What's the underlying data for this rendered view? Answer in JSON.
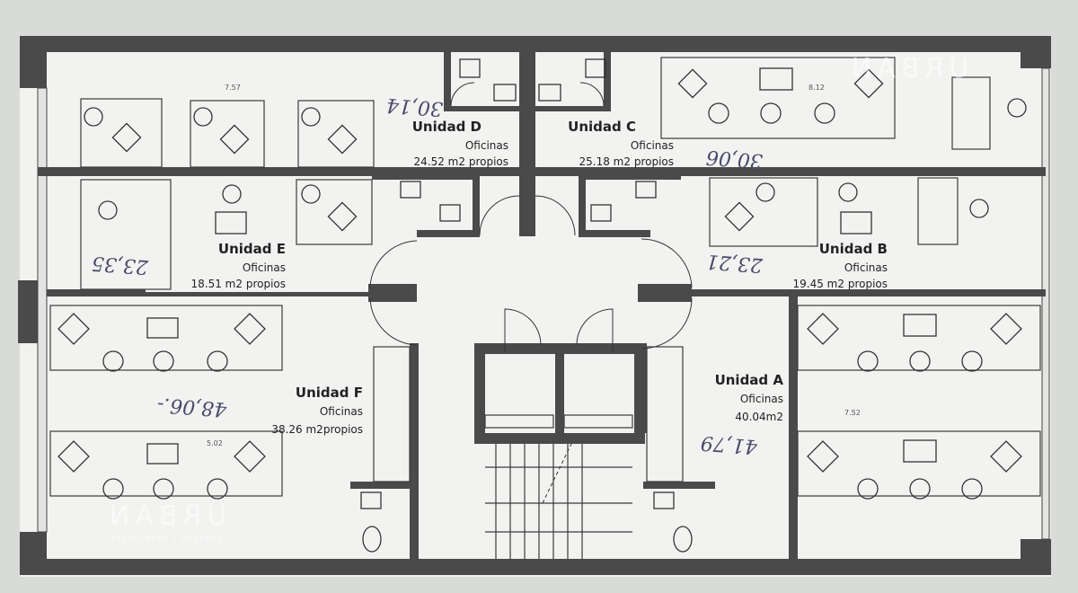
{
  "units": [
    {
      "id": "A",
      "title": "Unidad A",
      "use": "Oficinas",
      "area": "40.04m2",
      "note": "41,79"
    },
    {
      "id": "B",
      "title": "Unidad B",
      "use": "Oficinas",
      "area": "19.45 m2 propios",
      "note": "23,21"
    },
    {
      "id": "C",
      "title": "Unidad C",
      "use": "Oficinas",
      "area": "25.18 m2 propios",
      "note": "30,06"
    },
    {
      "id": "D",
      "title": "Unidad D",
      "use": "Oficinas",
      "area": "24.52 m2 propios",
      "note": "30,14"
    },
    {
      "id": "E",
      "title": "Unidad E",
      "use": "Oficinas",
      "area": "18.51 m2 propios",
      "note": "23,35"
    },
    {
      "id": "F",
      "title": "Unidad F",
      "use": "Oficinas",
      "area": "38.26 m2propios",
      "note": "48,06.-"
    }
  ],
  "watermark": {
    "brand": "URBAN",
    "tagline": "BROKERS | DEVELOPERS"
  },
  "dimensions": {
    "top_left": "7.57",
    "top_right": "8.12",
    "bottom_left": "5.02",
    "bottom_right": "7.52"
  }
}
